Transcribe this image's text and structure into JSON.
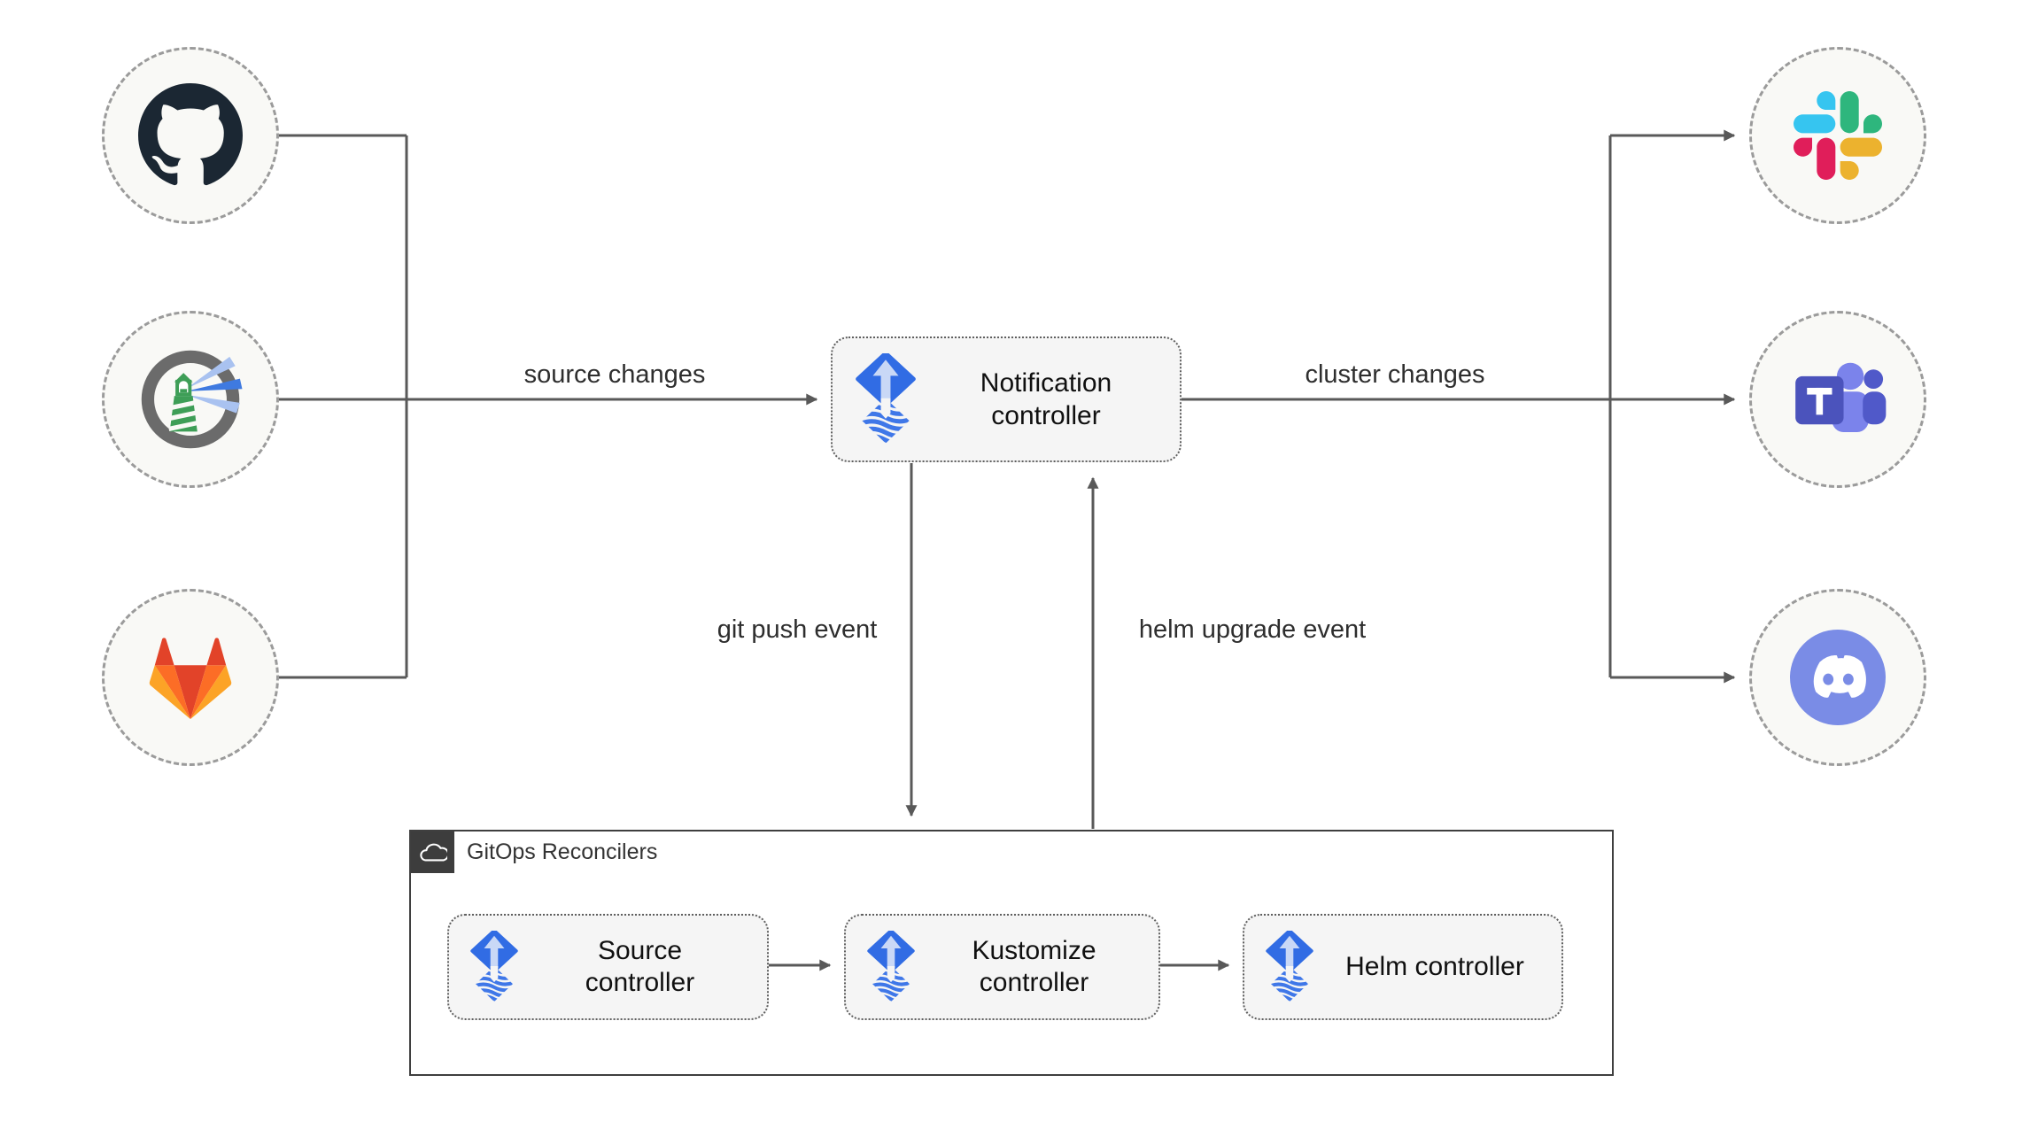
{
  "diagram": {
    "left_nodes": [
      {
        "name": "GitHub",
        "icon": "github-icon"
      },
      {
        "name": "Harbor",
        "icon": "harbor-icon"
      },
      {
        "name": "GitLab",
        "icon": "gitlab-icon"
      }
    ],
    "right_nodes": [
      {
        "name": "Slack",
        "icon": "slack-icon"
      },
      {
        "name": "Microsoft Teams",
        "icon": "teams-icon"
      },
      {
        "name": "Discord",
        "icon": "discord-icon"
      }
    ],
    "notification_box": {
      "label": "Notification controller",
      "icon": "flux-icon"
    },
    "edges": {
      "source_changes": "source changes",
      "cluster_changes": "cluster changes",
      "git_push_event": "git push event",
      "helm_upgrade_event": "helm upgrade event"
    },
    "reconcilers": {
      "title": "GitOps Reconcilers",
      "header_icon": "cloud-icon",
      "boxes": [
        {
          "label": "Source controller",
          "icon": "flux-icon"
        },
        {
          "label": "Kustomize controller",
          "icon": "flux-icon"
        },
        {
          "label": "Helm controller",
          "icon": "flux-icon"
        }
      ]
    },
    "colors": {
      "flux_blue": "#316ce4",
      "flux_arrow_light": "#c9d8f6",
      "wire": "#595959",
      "box_fill": "#f5f5f5",
      "node_fill": "#f9f9f6",
      "group_border": "#3f3f3f",
      "github": "#1b2733",
      "harbor_gray": "#6b6b6b",
      "harbor_green": "#3e9e57",
      "gitlab": [
        "#e24329",
        "#fc6d26",
        "#fca326"
      ],
      "slack": [
        "#36c5f0",
        "#2eb67d",
        "#ecb22e",
        "#e01e5a"
      ],
      "teams": [
        "#4b53bc",
        "#7b83eb",
        "#5059c9"
      ],
      "discord": "#7a8ce6"
    }
  }
}
